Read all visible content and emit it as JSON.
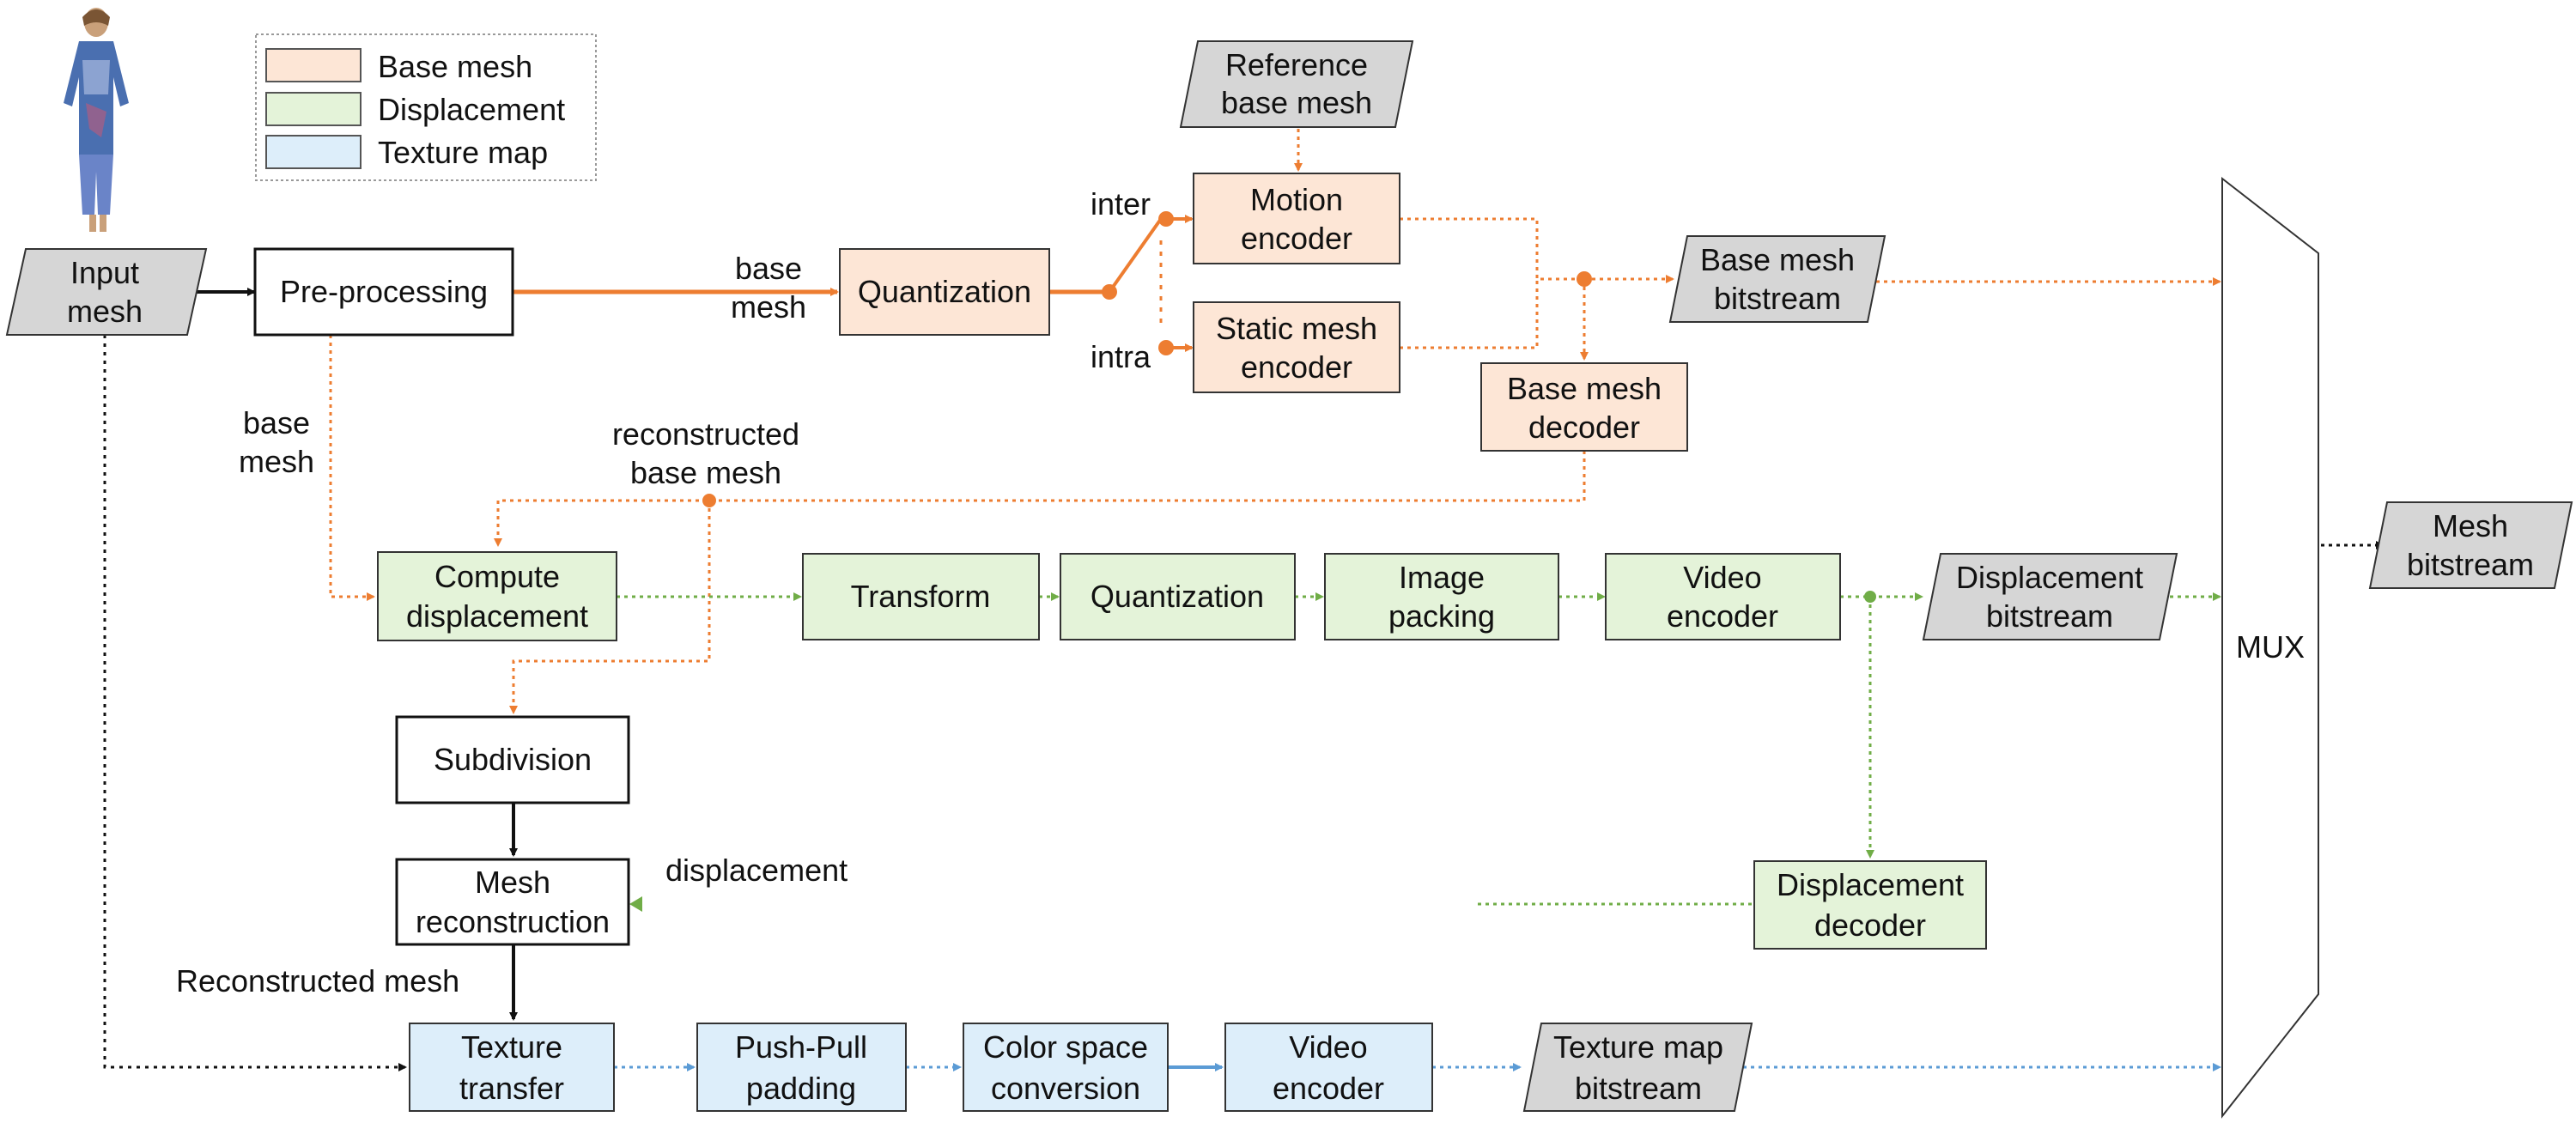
{
  "legend": {
    "base_mesh": "Base mesh",
    "displacement": "Displacement",
    "texture_map": "Texture map"
  },
  "colors": {
    "base_fill": "#fde6d6",
    "displacement_fill": "#e4f3d9",
    "texture_fill": "#ddeefa",
    "bitstream_fill": "#d6d6d6",
    "orange_line": "#ed7d31",
    "green_line": "#70ad47",
    "blue_line": "#5b9bd5",
    "black_line": "#111111"
  },
  "nodes": {
    "input_mesh": [
      "Input",
      "mesh"
    ],
    "preprocessing": [
      "Pre-processing"
    ],
    "quantization_base": [
      "Quantization"
    ],
    "reference_base_mesh": [
      "Reference",
      "base mesh"
    ],
    "motion_encoder": [
      "Motion",
      "encoder"
    ],
    "static_mesh_encoder": [
      "Static mesh",
      "encoder"
    ],
    "base_mesh_bitstream": [
      "Base mesh",
      "bitstream"
    ],
    "base_mesh_decoder": [
      "Base mesh",
      "decoder"
    ],
    "compute_displacement": [
      "Compute",
      "displacement"
    ],
    "transform": [
      "Transform"
    ],
    "quantization_disp": [
      "Quantization"
    ],
    "image_packing": [
      "Image",
      "packing"
    ],
    "video_encoder_disp": [
      "Video",
      "encoder"
    ],
    "displacement_bitstream": [
      "Displacement",
      "bitstream"
    ],
    "subdivision": [
      "Subdivision"
    ],
    "mesh_reconstruction": [
      "Mesh",
      "reconstruction"
    ],
    "displacement_decoder": [
      "Displacement",
      "decoder"
    ],
    "texture_transfer": [
      "Texture",
      "transfer"
    ],
    "push_pull_padding": [
      "Push-Pull",
      "padding"
    ],
    "color_space_conversion": [
      "Color space",
      "conversion"
    ],
    "video_encoder_tex": [
      "Video",
      "encoder"
    ],
    "texture_map_bitstream": [
      "Texture map",
      "bitstream"
    ],
    "mux": [
      "MUX"
    ],
    "mesh_bitstream": [
      "Mesh",
      "bitstream"
    ]
  },
  "labels": {
    "inter": "inter",
    "intra": "intra",
    "base_mesh_top": [
      "base",
      "mesh"
    ],
    "base_mesh_left": [
      "base",
      "mesh"
    ],
    "reconstructed_base_mesh": [
      "reconstructed",
      "base mesh"
    ],
    "displacement": "displacement",
    "reconstructed_mesh": "Reconstructed mesh"
  }
}
